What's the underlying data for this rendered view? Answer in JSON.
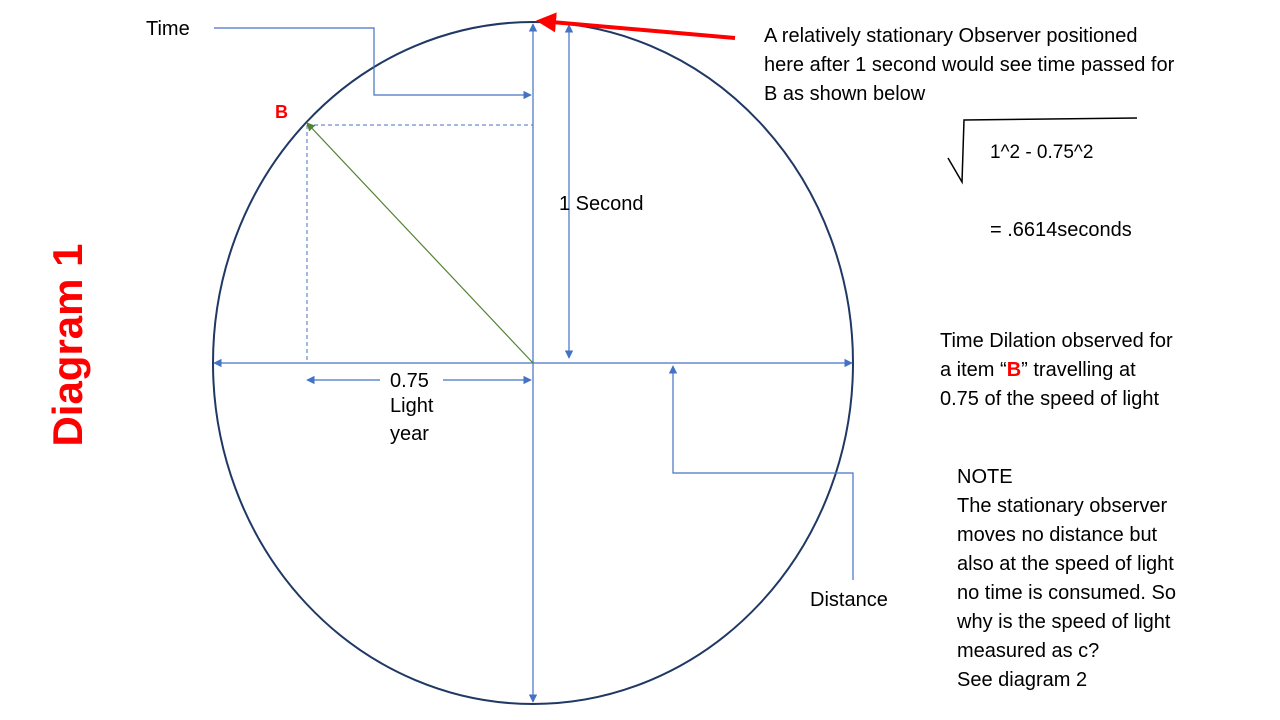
{
  "diagram": {
    "title": "Diagram 1",
    "labels": {
      "time": "Time",
      "b": "B",
      "one_second": "1 Second",
      "distance_value": "0.75",
      "distance_unit_line1": "Light",
      "distance_unit_line2": "year",
      "distance": "Distance"
    },
    "observer_note": [
      "A relatively stationary Observer  positioned",
      "here after 1 second would see time passed for",
      "B as shown below"
    ],
    "formula": {
      "radicand": "1^2  -  0.75^2",
      "result": "= .6614seconds"
    },
    "dilation_note": {
      "line1": "Time Dilation observed for",
      "line2_before": "a item “",
      "line2_highlight": "B",
      "line2_after": "” travelling at",
      "line3": "0.75 of the speed of light"
    },
    "note": [
      "NOTE",
      "The stationary observer",
      "moves no distance but",
      "also at the speed of light",
      "no time is consumed.  So",
      "why  is the speed of light",
      "measured as c?",
      "See diagram 2"
    ],
    "colors": {
      "circle": "#1f3864",
      "axes": "#4472c4",
      "vector": "#548235",
      "pointer": "#ff0000",
      "highlight": "#ff0000"
    }
  }
}
